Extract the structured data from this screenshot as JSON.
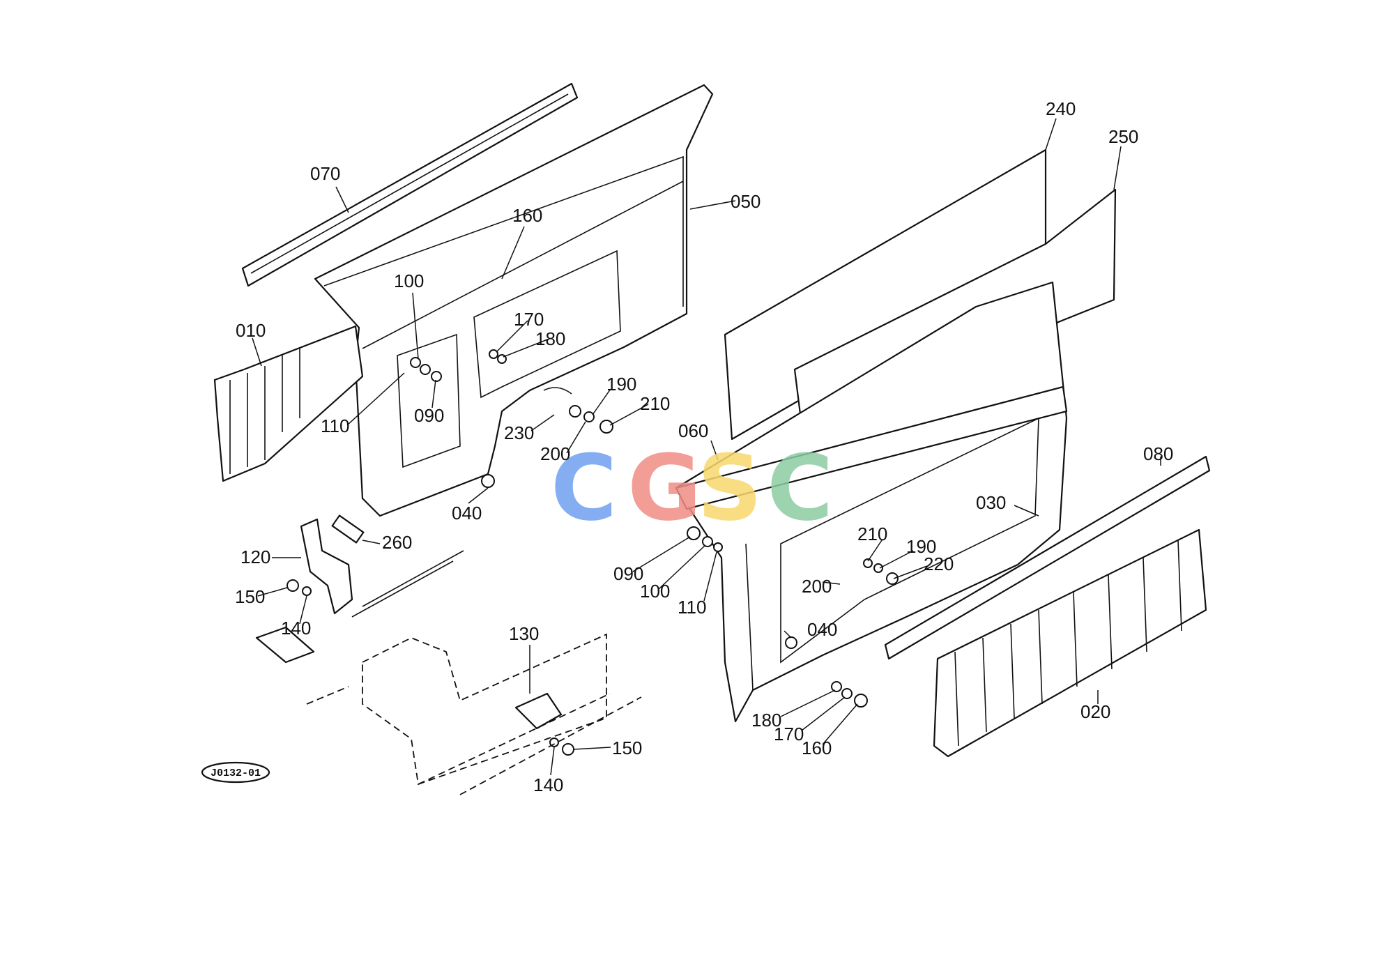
{
  "diagram_ref": "J0132-01",
  "watermark": {
    "letters": [
      "C",
      "G",
      "S",
      "C"
    ],
    "colors": [
      "#6f9ff0",
      "#f08e86",
      "#f8d86e",
      "#8ccca2"
    ]
  },
  "callouts": [
    "070",
    "050",
    "160",
    "100",
    "170",
    "180",
    "010",
    "110",
    "090",
    "190",
    "210",
    "230",
    "200",
    "040",
    "240",
    "250",
    "060",
    "080",
    "030",
    "120",
    "260",
    "150",
    "140",
    "090",
    "100",
    "110",
    "210",
    "190",
    "220",
    "200",
    "040",
    "130",
    "180",
    "170",
    "160",
    "020",
    "150",
    "140"
  ],
  "line_color": "#111111"
}
